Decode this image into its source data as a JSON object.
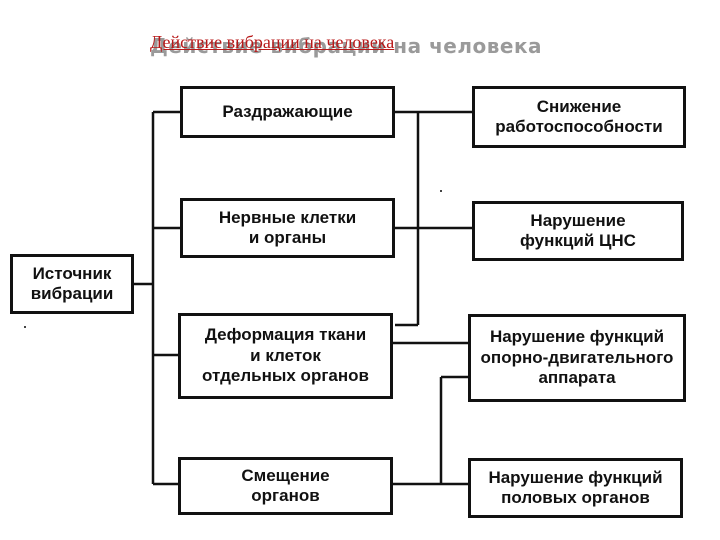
{
  "title": {
    "main": "Действие вибрации на человека",
    "shadow": "Действие вибрации на человека"
  },
  "boxes": {
    "source": "Источник\nвибрации",
    "irritants": "Раздражающие",
    "nerve_cells": "Нервные клетки\nи органы",
    "deformation": "Деформация ткани\nи клеток\nотдельных органов",
    "displacement": "Смещение\nорганов",
    "reduced_capacity": "Снижение\nработоспособности",
    "cns_disorder": "Нарушение\nфункций ЦНС",
    "musculoskeletal_disorder": "Нарушение функций\nопорно-двигательного\nаппарата",
    "reproductive_disorder": "Нарушение функций\nполовых органов"
  }
}
